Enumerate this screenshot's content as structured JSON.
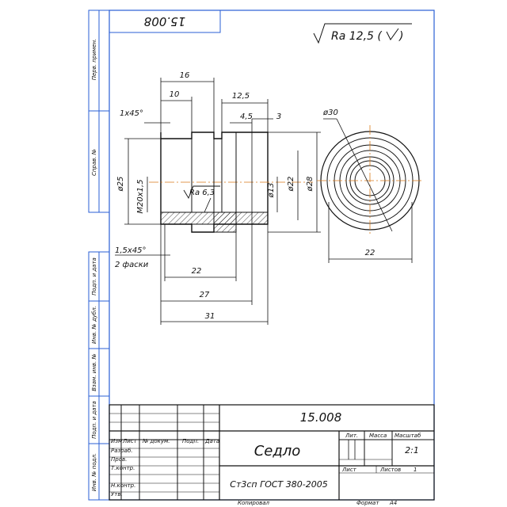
{
  "drawing": {
    "top_number": "15.008",
    "roughness": "Ra 12,5 (",
    "roughness_end": ")",
    "part_name": "Седло",
    "material": "Ст3сп ГОСТ 380-2005",
    "code": "15.008",
    "scale": "2:1",
    "sheet_label": "Лист",
    "sheets_label": "Листов",
    "sheets_value": "1",
    "copied_label": "Копировал",
    "format_label": "Формат",
    "format_value": "А4"
  },
  "dimensions": {
    "d16": "16",
    "d10": "10",
    "d12_5": "12,5",
    "d4_5": "4,5",
    "d3": "3",
    "d25": "ø25",
    "m20": "М20x1,5",
    "ra63": "Ra 6,3",
    "d13": "ø13",
    "d22v": "ø22",
    "d28": "ø28",
    "d30": "ø30",
    "chamfer1": "1x45°",
    "chamfer2": "1,5x45°",
    "chamfers_note": "2 фаски",
    "d22": "22",
    "d27": "27",
    "d31": "31",
    "d22r": "22"
  },
  "left_margin": {
    "perv_primen": "Перв. примен.",
    "sprav": "Справ. №",
    "podp_data1": "Подп. и дата",
    "inv_dubl": "Инв. № дубл.",
    "vzam_inv": "Взам. инв. №",
    "podp_data2": "Подп. и дата",
    "inv_podl": "Инв. № подл."
  },
  "title_block": {
    "izm": "Изм",
    "list": "Лист",
    "n_dokum": "№ докум.",
    "podp": "Подп.",
    "data": "Дата",
    "razrab": "Разраб.",
    "prov": "Пров.",
    "tkontr": "Т.контр.",
    "nkontr": "Н.контр.",
    "utv": "Утв.",
    "lit": "Лит.",
    "massa": "Масса",
    "masshtab": "Масштаб"
  }
}
